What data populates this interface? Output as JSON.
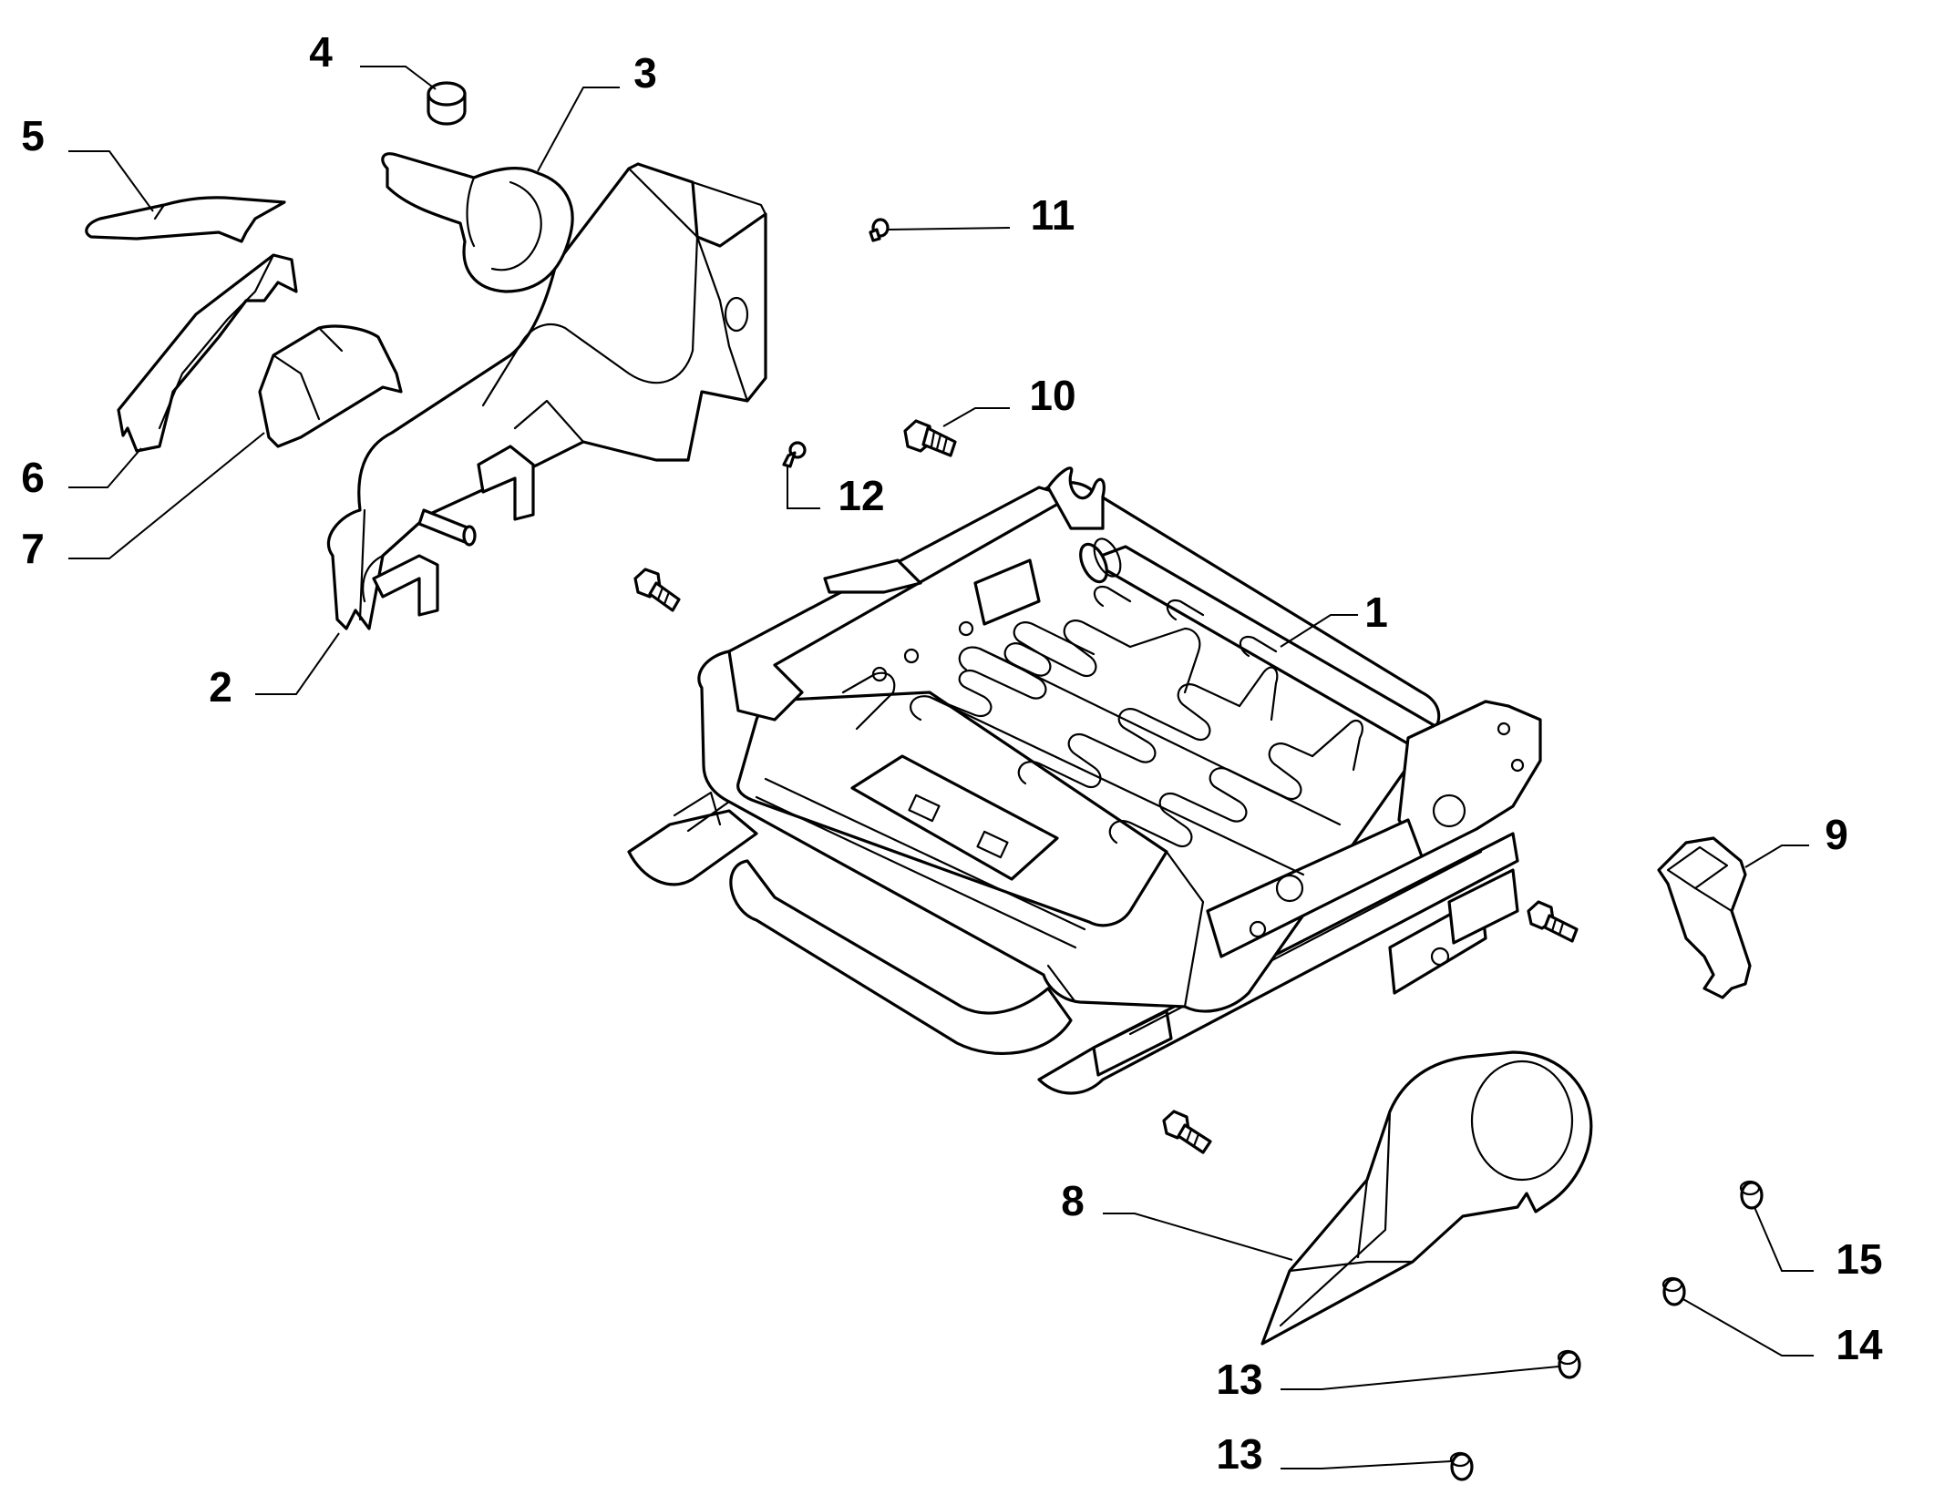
{
  "diagram": {
    "callouts": {
      "c1": "1",
      "c2": "2",
      "c3": "3",
      "c4": "4",
      "c5": "5",
      "c6": "6",
      "c7": "7",
      "c8": "8",
      "c9": "9",
      "c10": "10",
      "c11": "11",
      "c12": "12",
      "c13a": "13",
      "c13b": "13",
      "c14": "14",
      "c15": "15"
    },
    "colors": {
      "line": "#000000",
      "background": "#ffffff"
    }
  }
}
